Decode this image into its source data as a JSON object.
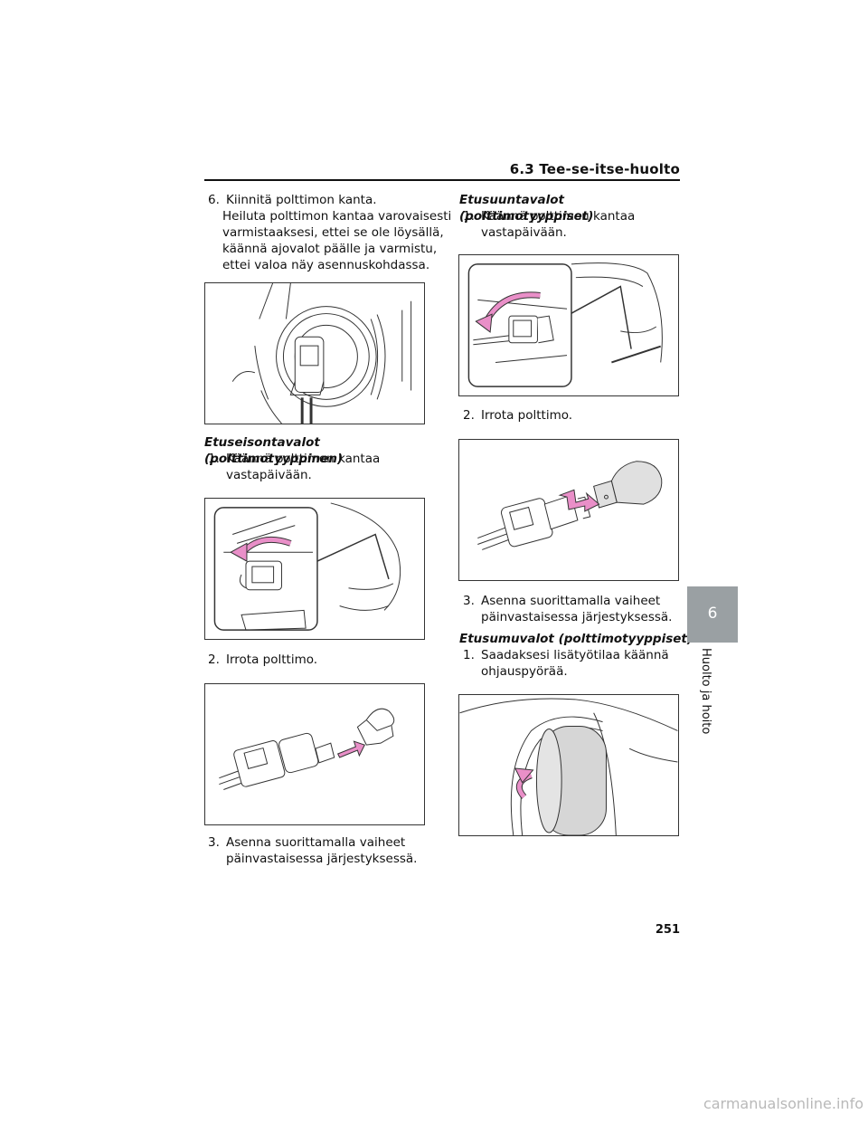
{
  "header": {
    "section": "6.3 Tee-se-itse-huolto"
  },
  "left": {
    "step6": {
      "num": "6.",
      "label": "Kiinnitä polttimon kanta.",
      "para_lines": [
        "Heiluta polttimon kantaa varovaisesti",
        "varmistaaksesi, ettei se ole löysällä,",
        "käännä ajovalot päälle ja varmistu,",
        "ettei valoa näy asennuskohdassa."
      ]
    },
    "subhead": "Etuseisontavalot (polttimotyyppinen)",
    "step1": {
      "num": "1.",
      "line1": "Käännä polttimon kantaa",
      "line2": "vastapäivään."
    },
    "step2": {
      "num": "2.",
      "line1": "Irrota polttimo."
    },
    "step3": {
      "num": "3.",
      "line1": "Asenna suorittamalla vaiheet",
      "line2": "päinvastaisessa järjestyksessä."
    }
  },
  "right": {
    "subhead1": "Etusuuntavalot (polttimotyyppiset)",
    "step1": {
      "num": "1.",
      "line1": "Käännä polttimon kantaa",
      "line2": "vastapäivään."
    },
    "step2": {
      "num": "2.",
      "line1": "Irrota polttimo."
    },
    "step3": {
      "num": "3.",
      "line1": "Asenna suorittamalla vaiheet",
      "line2": "päinvastaisessa järjestyksessä."
    },
    "subhead2": "Etusumuvalot (polttimotyyppiset)",
    "step4": {
      "num": "1.",
      "line1": "Saadaksesi lisätyötilaa käännä",
      "line2": "ohjauspyörää."
    }
  },
  "chapter": {
    "number": "6",
    "name": "Huolto ja hoito"
  },
  "page_number": "251",
  "watermark": "carmanualsonline.info",
  "colors": {
    "arrow": "#e98fc8",
    "tab": "#9aa0a3",
    "line": "#333333"
  }
}
